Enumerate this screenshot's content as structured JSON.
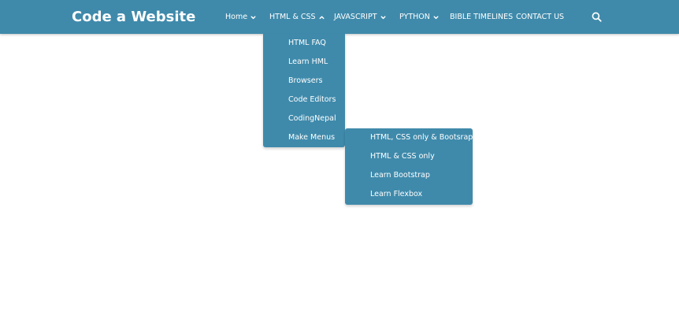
{
  "header": {
    "logo_text": "Code a Website",
    "background_color": "#3f8aab",
    "text_color": "#ffffff"
  },
  "nav": {
    "items": [
      {
        "label": "Home",
        "has_dropdown": true,
        "chevron": "chevron-down-icon"
      },
      {
        "label": "HTML & CSS",
        "has_dropdown": true,
        "chevron": "chevron-up-icon",
        "open": true
      },
      {
        "label": "JAVASCRIPT",
        "has_dropdown": true,
        "chevron": "chevron-down-icon"
      },
      {
        "label": "PYTHON",
        "has_dropdown": true,
        "chevron": "chevron-down-icon"
      },
      {
        "label": "BIBLE TIMELINES",
        "has_dropdown": false
      },
      {
        "label": "CONTACT US",
        "has_dropdown": false
      }
    ],
    "search_icon": "search-icon"
  },
  "dropdown": {
    "items": [
      {
        "label": "HTML FAQ"
      },
      {
        "label": "Learn HML"
      },
      {
        "label": "Browsers"
      },
      {
        "label": "Code Editors"
      },
      {
        "label": "CodingNepal"
      },
      {
        "label": "Make Menus",
        "has_submenu": true
      }
    ]
  },
  "submenu": {
    "items": [
      {
        "label": "HTML, CSS only & Bootsrap"
      },
      {
        "label": "HTML & CSS only"
      },
      {
        "label": "Learn Bootstrap"
      },
      {
        "label": "Learn Flexbox"
      }
    ]
  }
}
